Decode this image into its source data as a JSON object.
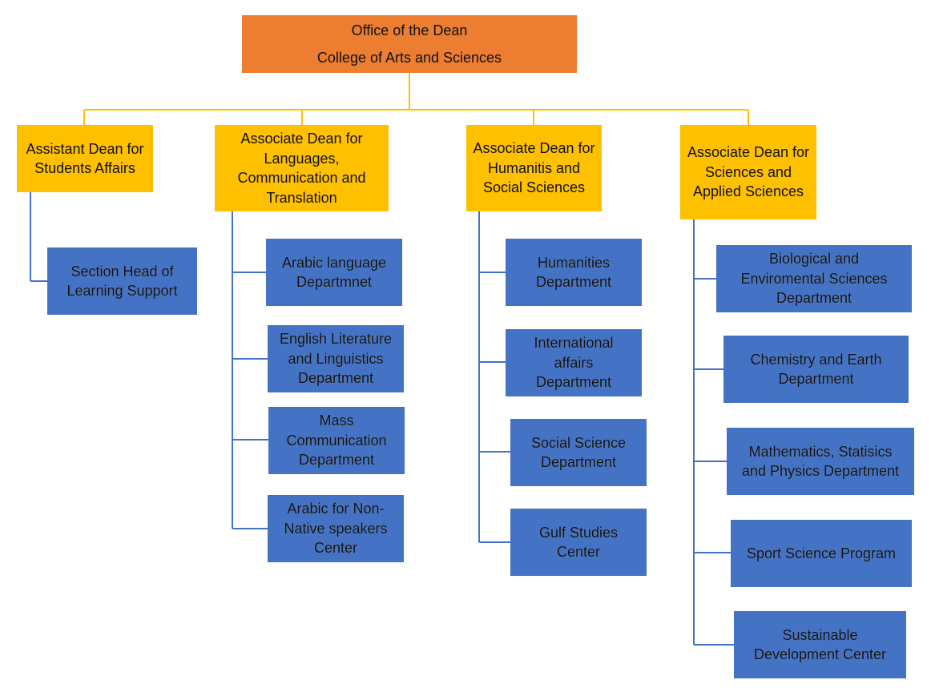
{
  "dean": {
    "lines": [
      "Office of the Dean",
      "College of Arts and Sciences"
    ],
    "color": "#ED7D31"
  },
  "colors": {
    "associate": "#FFC000",
    "department": "#4472C4",
    "connector_top": "#FFC000",
    "connector_branch": "#4472C4"
  },
  "branches": [
    {
      "head": [
        "Assistant Dean for",
        "Students Affairs"
      ],
      "units": [
        [
          "Section Head of",
          "Learning Support"
        ]
      ]
    },
    {
      "head": [
        "Associate Dean for",
        "Languages,",
        "Communication and",
        "Translation"
      ],
      "units": [
        [
          "Arabic language",
          "Departmnet"
        ],
        [
          "English Literature",
          "and Linguistics",
          "Department"
        ],
        [
          "Mass",
          "Communication",
          "Department"
        ],
        [
          "Arabic for Non-",
          "Native speakers",
          "Center"
        ]
      ]
    },
    {
      "head": [
        "Associate Dean for",
        "Humanitis and",
        "Social Sciences"
      ],
      "units": [
        [
          "Humanities",
          "Department"
        ],
        [
          "International",
          "affairs",
          "Department"
        ],
        [
          "Social Science",
          "Department"
        ],
        [
          "Gulf Studies",
          "Center"
        ]
      ]
    },
    {
      "head": [
        "Associate Dean for",
        "Sciences and",
        "Applied Sciences"
      ],
      "units": [
        [
          "Biological and",
          "Enviromental Sciences",
          "Department"
        ],
        [
          "Chemistry and Earth",
          "Department"
        ],
        [
          "Mathematics, Statisics",
          "and Physics Department"
        ],
        [
          "Sport Science Program"
        ],
        [
          "Sustainable",
          "Development Center"
        ]
      ]
    }
  ]
}
